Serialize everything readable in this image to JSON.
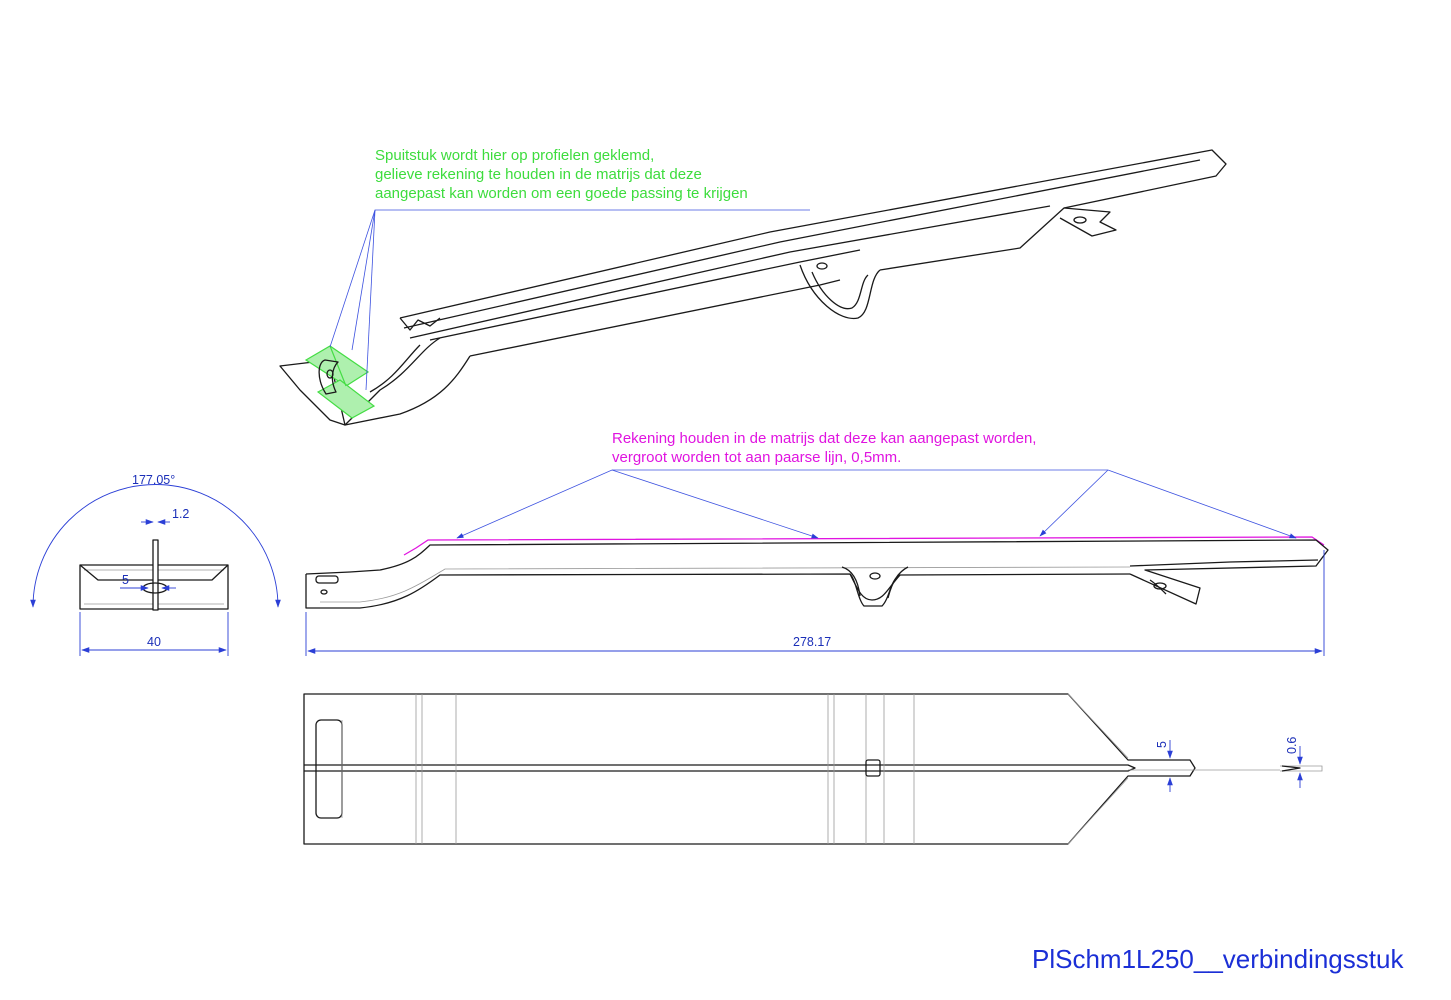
{
  "notes": {
    "green": [
      "Spuitstuk wordt hier op profielen geklemd,",
      "gelieve rekening te houden in de matrijs dat deze",
      "aangepast kan worden om een goede passing te krijgen"
    ],
    "magenta": [
      "Rekening houden in de matrijs dat deze kan aangepast worden,",
      "vergroot worden tot aan paarse lijn, 0,5mm."
    ]
  },
  "dimensions": {
    "angle": "177.05°",
    "slot_width_small": "1.2",
    "slot_width": "5",
    "width": "40",
    "length": "278.17",
    "tab_width": "5",
    "thickness": "0.6"
  },
  "title": "PlSchm1L250__verbindingsstuk",
  "colors": {
    "part_outline": "#1a1a1a",
    "dimension": "#2b3fd6",
    "note_green": "#3ddc3d",
    "note_magenta": "#e014e0",
    "title": "#1b2fd6"
  }
}
